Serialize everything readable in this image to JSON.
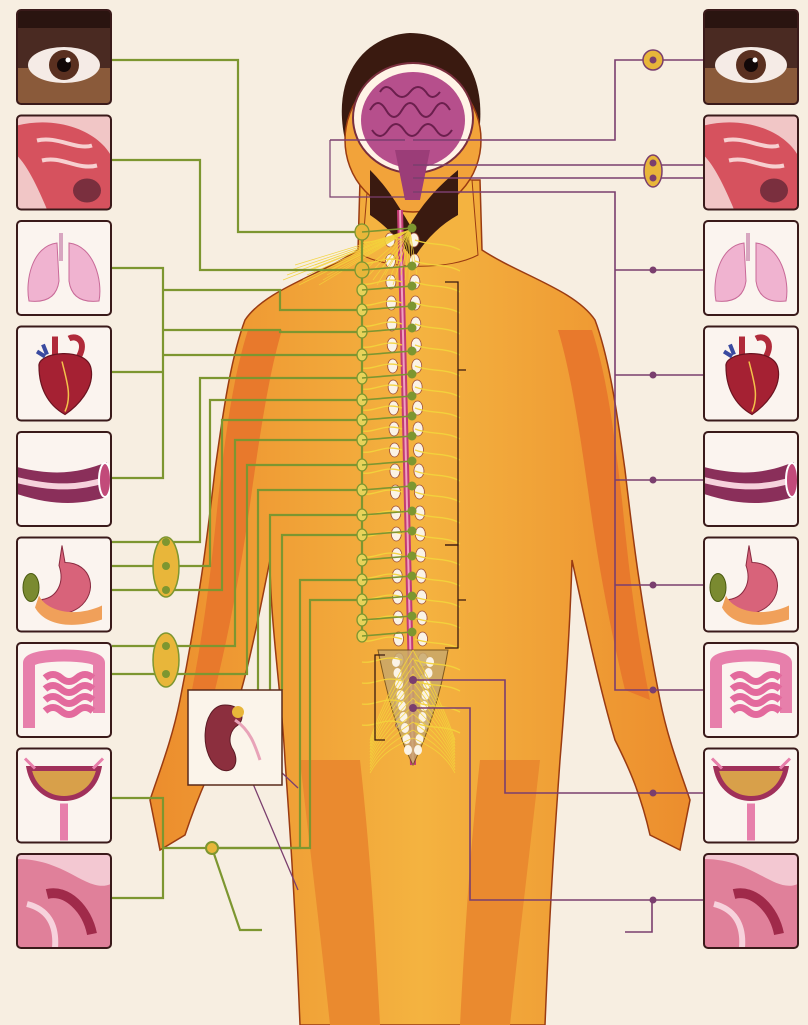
{
  "diagram": {
    "organs_left": [
      "eye",
      "nasal-cavity",
      "lungs",
      "heart",
      "blood-vessel",
      "stomach",
      "intestine",
      "bladder",
      "uterus"
    ],
    "organs_right": [
      "eye",
      "nasal-cavity",
      "lungs",
      "heart",
      "blood-vessel",
      "stomach",
      "intestine",
      "bladder",
      "uterus"
    ],
    "inset_organ": "kidney",
    "colors": {
      "background": "#f7eee1",
      "sympathetic": "#7d9630",
      "parasympathetic": "#7a3e6e",
      "body_skin": "#f0a033",
      "body_shadow": "#e8792c",
      "spine_nerve": "#f3d33c",
      "brain": "#b64f8c"
    }
  }
}
